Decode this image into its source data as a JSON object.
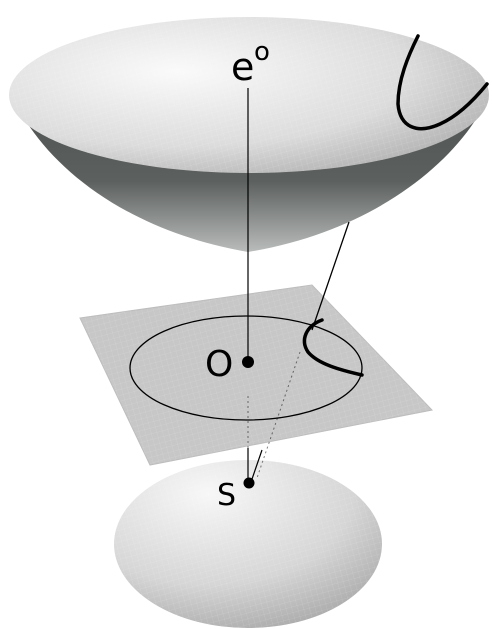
{
  "diagram": {
    "labels": {
      "top_point": "e",
      "top_point_superscript": "o",
      "plane_center": "O",
      "bottom_point": "S"
    },
    "colors": {
      "surface_light": "#f1f1f1",
      "surface_mid": "#c9c9c9",
      "surface_dark": "#4e5250",
      "plane": "#c7c7c7",
      "ink": "#000000"
    }
  }
}
